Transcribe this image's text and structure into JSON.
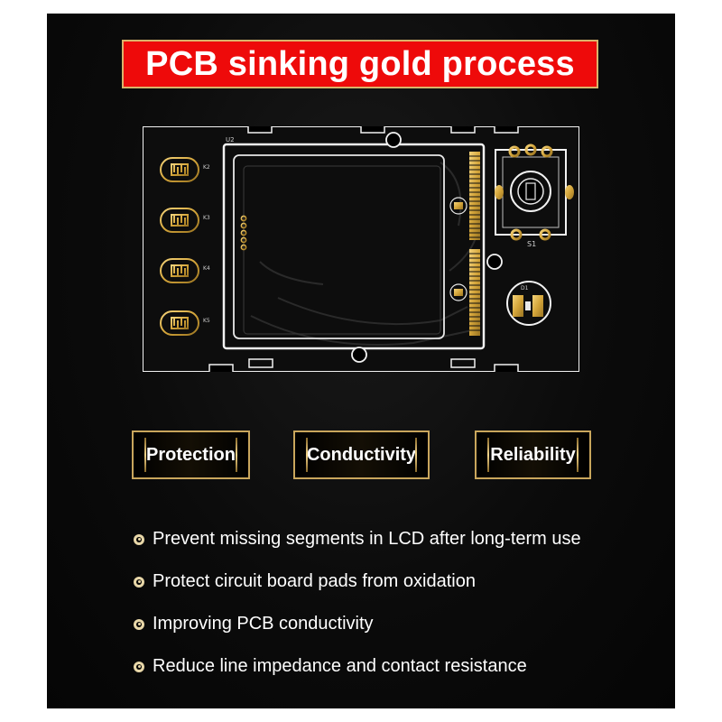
{
  "title": "PCB sinking gold process",
  "features": [
    "Protection",
    "Conductivity",
    "Reliability"
  ],
  "benefits": [
    "Prevent missing segments in LCD after long-term use",
    "Protect circuit board pads from oxidation",
    "Improving PCB conductivity",
    "Reduce line impedance and contact resistance"
  ],
  "pcb_silkscreen": {
    "u2": "U2",
    "s1": "S1",
    "d1": "D1",
    "k_labels": [
      "K2",
      "K3",
      "K4",
      "K5"
    ]
  },
  "colors": {
    "title_background": "#ee0a0a",
    "gold": "#d4a53a",
    "board": "#0c0c0c",
    "silkscreen": "#e8e8e8"
  }
}
